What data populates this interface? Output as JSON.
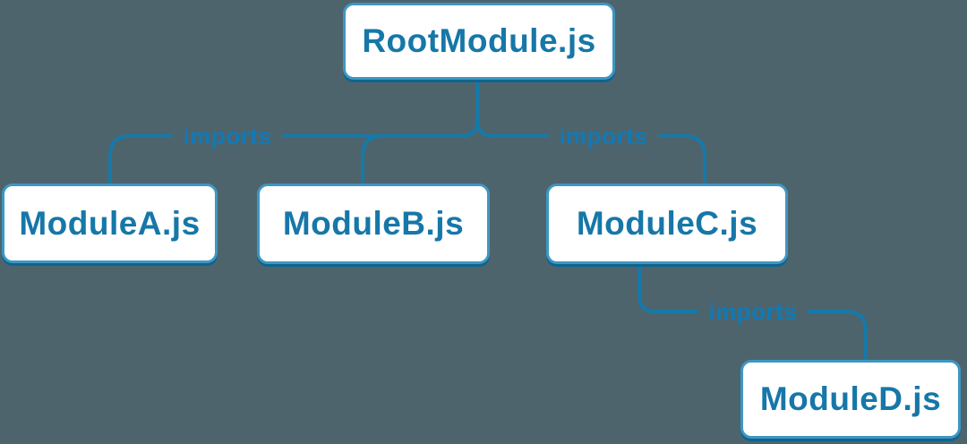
{
  "diagram": {
    "type": "dependency-tree",
    "background_color": "#4e646c",
    "edge_color": "#1679a8",
    "edge_label_color": "#0f7ab8",
    "node_fill_color": "#ffffff",
    "node_border_color": "#3e97c2",
    "node_shadow_color": "#0e648e",
    "node_text_color": "#1677a8",
    "nodes": [
      {
        "id": "root",
        "label": "RootModule.js"
      },
      {
        "id": "moduleA",
        "label": "ModuleA.js"
      },
      {
        "id": "moduleB",
        "label": "ModuleB.js"
      },
      {
        "id": "moduleC",
        "label": "ModuleC.js"
      },
      {
        "id": "moduleD",
        "label": "ModuleD.js"
      }
    ],
    "edges": [
      {
        "from": "RootModule.js",
        "to": "ModuleA.js",
        "label": "imports"
      },
      {
        "from": "RootModule.js",
        "to": "ModuleB.js",
        "label": ""
      },
      {
        "from": "RootModule.js",
        "to": "ModuleC.js",
        "label": "imports"
      },
      {
        "from": "ModuleC.js",
        "to": "ModuleD.js",
        "label": "imports"
      }
    ]
  }
}
